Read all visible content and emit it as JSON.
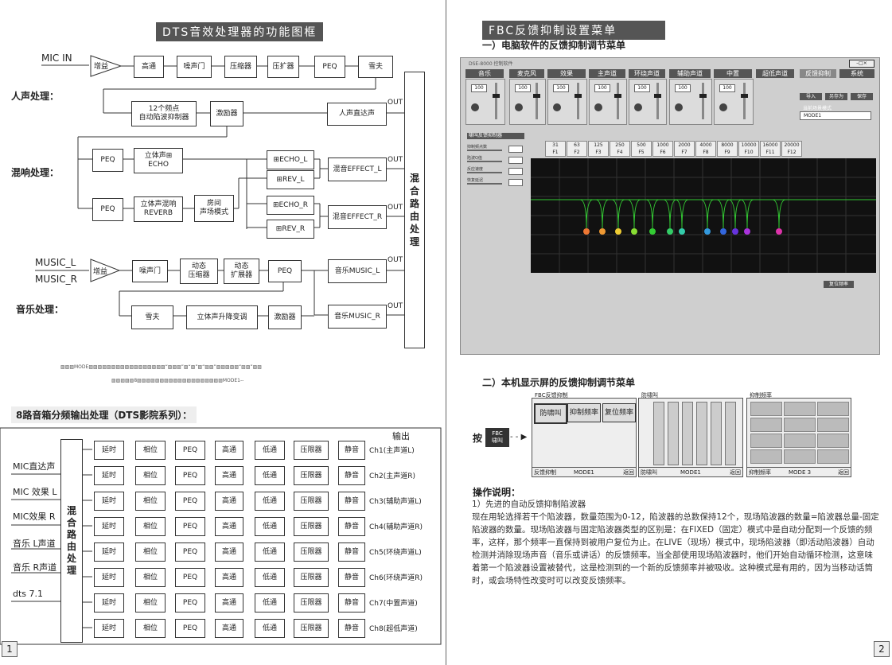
{
  "left": {
    "title": "DTS音效处理器的功能图框",
    "mic_in": "MIC IN",
    "sections": {
      "voice": "人声处理：",
      "reverb": "混响处理：",
      "music": "音乐处理："
    },
    "blocks": {
      "gain": "增益",
      "highpass": "高通",
      "noise_gate": "噪声门",
      "compressor": "压缩器",
      "expander": "压扩器",
      "peq": "PEQ",
      "snow": "雪夫",
      "auto_notch": "12个频点\n自动陷波抑制器",
      "exciter": "激励器",
      "vocal_direct": "人声直达声",
      "stereo_echo": "立体声⊞\nECHO",
      "stereo_reverb": "立体声混响\nREVERB",
      "room": "房间\n声场模式",
      "echo_l": "⊞ECHO_L",
      "rev_l": "⊞REV_L",
      "echo_r": "⊞ECHO_R",
      "rev_r": "⊞REV_R",
      "mix_effect_l": "混音EFFECT_L",
      "mix_effect_r": "混音EFFECT_R",
      "dyn_comp": "动态\n压缩器",
      "dyn_exp": "动态\n扩展器",
      "music_l": "音乐MUSIC_L",
      "music_r": "音乐MUSIC_R",
      "stereo_lift": "立体声升降变调",
      "mix_route": "混\n合\n路\n由\n处\n理"
    },
    "music_l_in": "MUSIC_L",
    "music_r_in": "MUSIC_R",
    "out": "OUT",
    "note1": "▨▨▨MODE▨▨▨▨▨▨▨▨▨▨▨▨▨▨▨▨▨“▨▨▨”▨“▨”▨“▨▨”▨▨▨▨▨“▨▨”▨▨",
    "note2": "▨▨▨▨▨8▨▨▨▨▨▨▨▨▨▨▨▨▨▨▨▨▨▨▨MODE1--",
    "crossover_title": "8路音箱分频输出处理（DTS影院系列）：",
    "output_label": "输出",
    "inputs": [
      "MIC直达声",
      "MIC 效果 L",
      "MIC效果 R",
      "音乐 L声道",
      "音乐 R声道",
      "dts 7.1"
    ],
    "chain": [
      "延时",
      "相位",
      "PEQ",
      "高通",
      "低通",
      "压限器",
      "静音"
    ],
    "channels": [
      "Ch1(主声道L)",
      "Ch2(主声道R)",
      "Ch3(辅助声道L)",
      "Ch4(辅助声道R)",
      "Ch5(环绕声道L)",
      "Ch6(环绕声道R)",
      "Ch7(中置声道)",
      "Ch8(超低声道)"
    ],
    "page": "1"
  },
  "right": {
    "title": "FBC反馈抑制设置菜单",
    "sub1": "一）电脑软件的反馈抑制调节菜单",
    "app_title": "DSE-8000 控制软件",
    "tabs": [
      "音乐",
      "麦克风",
      "效果",
      "主声道",
      "环绕声道",
      "辅助声道",
      "中置",
      "超低声道",
      "反馈抑制",
      "系统"
    ],
    "chan_values": [
      "100",
      "100",
      "100",
      "100",
      "100",
      "100",
      "100"
    ],
    "right_btns": [
      "导入",
      "另存为",
      "保存"
    ],
    "mode_label": "当前场景模式",
    "mode_value": "MODE1",
    "fbc_panel_title": "啸叫反馈抑制器",
    "fbc_params": [
      "抑制频点数",
      "陷波Q值",
      "反应速度",
      "恢复延迟"
    ],
    "freq_labels": [
      "31",
      "63",
      "125",
      "250",
      "500",
      "1000",
      "2000",
      "4000",
      "8000",
      "10000",
      "16000",
      "20000"
    ],
    "f_labels": [
      "F1",
      "F2",
      "F3",
      "F4",
      "F5",
      "F6",
      "F7",
      "F8",
      "F9",
      "F10",
      "F11",
      "F12"
    ],
    "reset_btn": "复位频率",
    "sub2": "二）本机显示屏的反馈抑制调节菜单",
    "press": "按",
    "fbc_key": "FBC\n啸叫",
    "lcd1": {
      "title": "FBC反馈抑制",
      "b1": "防啸叫",
      "b2": "抑制频率",
      "b3": "复位频率",
      "foot": "反馈抑制",
      "mode": "MODE1",
      "back": "返回"
    },
    "lcd2": {
      "title": "防啸叫",
      "foot": "防啸叫",
      "mode": "MODE1",
      "back": "返回"
    },
    "lcd3": {
      "title": "抑制频率",
      "foot": "抑制频率",
      "mode": "MODE 3",
      "back": "返回"
    },
    "ops_title": "操作说明：",
    "ops_1": "1）先进的自动反馈抑制陷波器",
    "ops_text": "现在用轮选择若干个陷波器，数量范围为0-12，陷波器的总数保持12个，现场陷波器的数量=陷波器总量-固定陷波器的数量。现场陷波器与固定陷波器类型的区别是：在FIXED（固定）模式中是自动分配到一个反馈的频率，这样，那个频率一直保持到被用户复位为止。在LIVE（现场）模式中，现场陷波器（即活动陷波器）自动检测并消除现场声音（音乐或讲话）的反馈频率。当全部使用现场陷波器时，他们开始自动循环检测，这意味着第一个陷波器设置被替代，这是检测到的一个新的反馈频率并被吸收。这种模式是有用的，因为当移动话筒时，或会场特性改变时可以改变反馈频率。",
    "page": "2"
  }
}
